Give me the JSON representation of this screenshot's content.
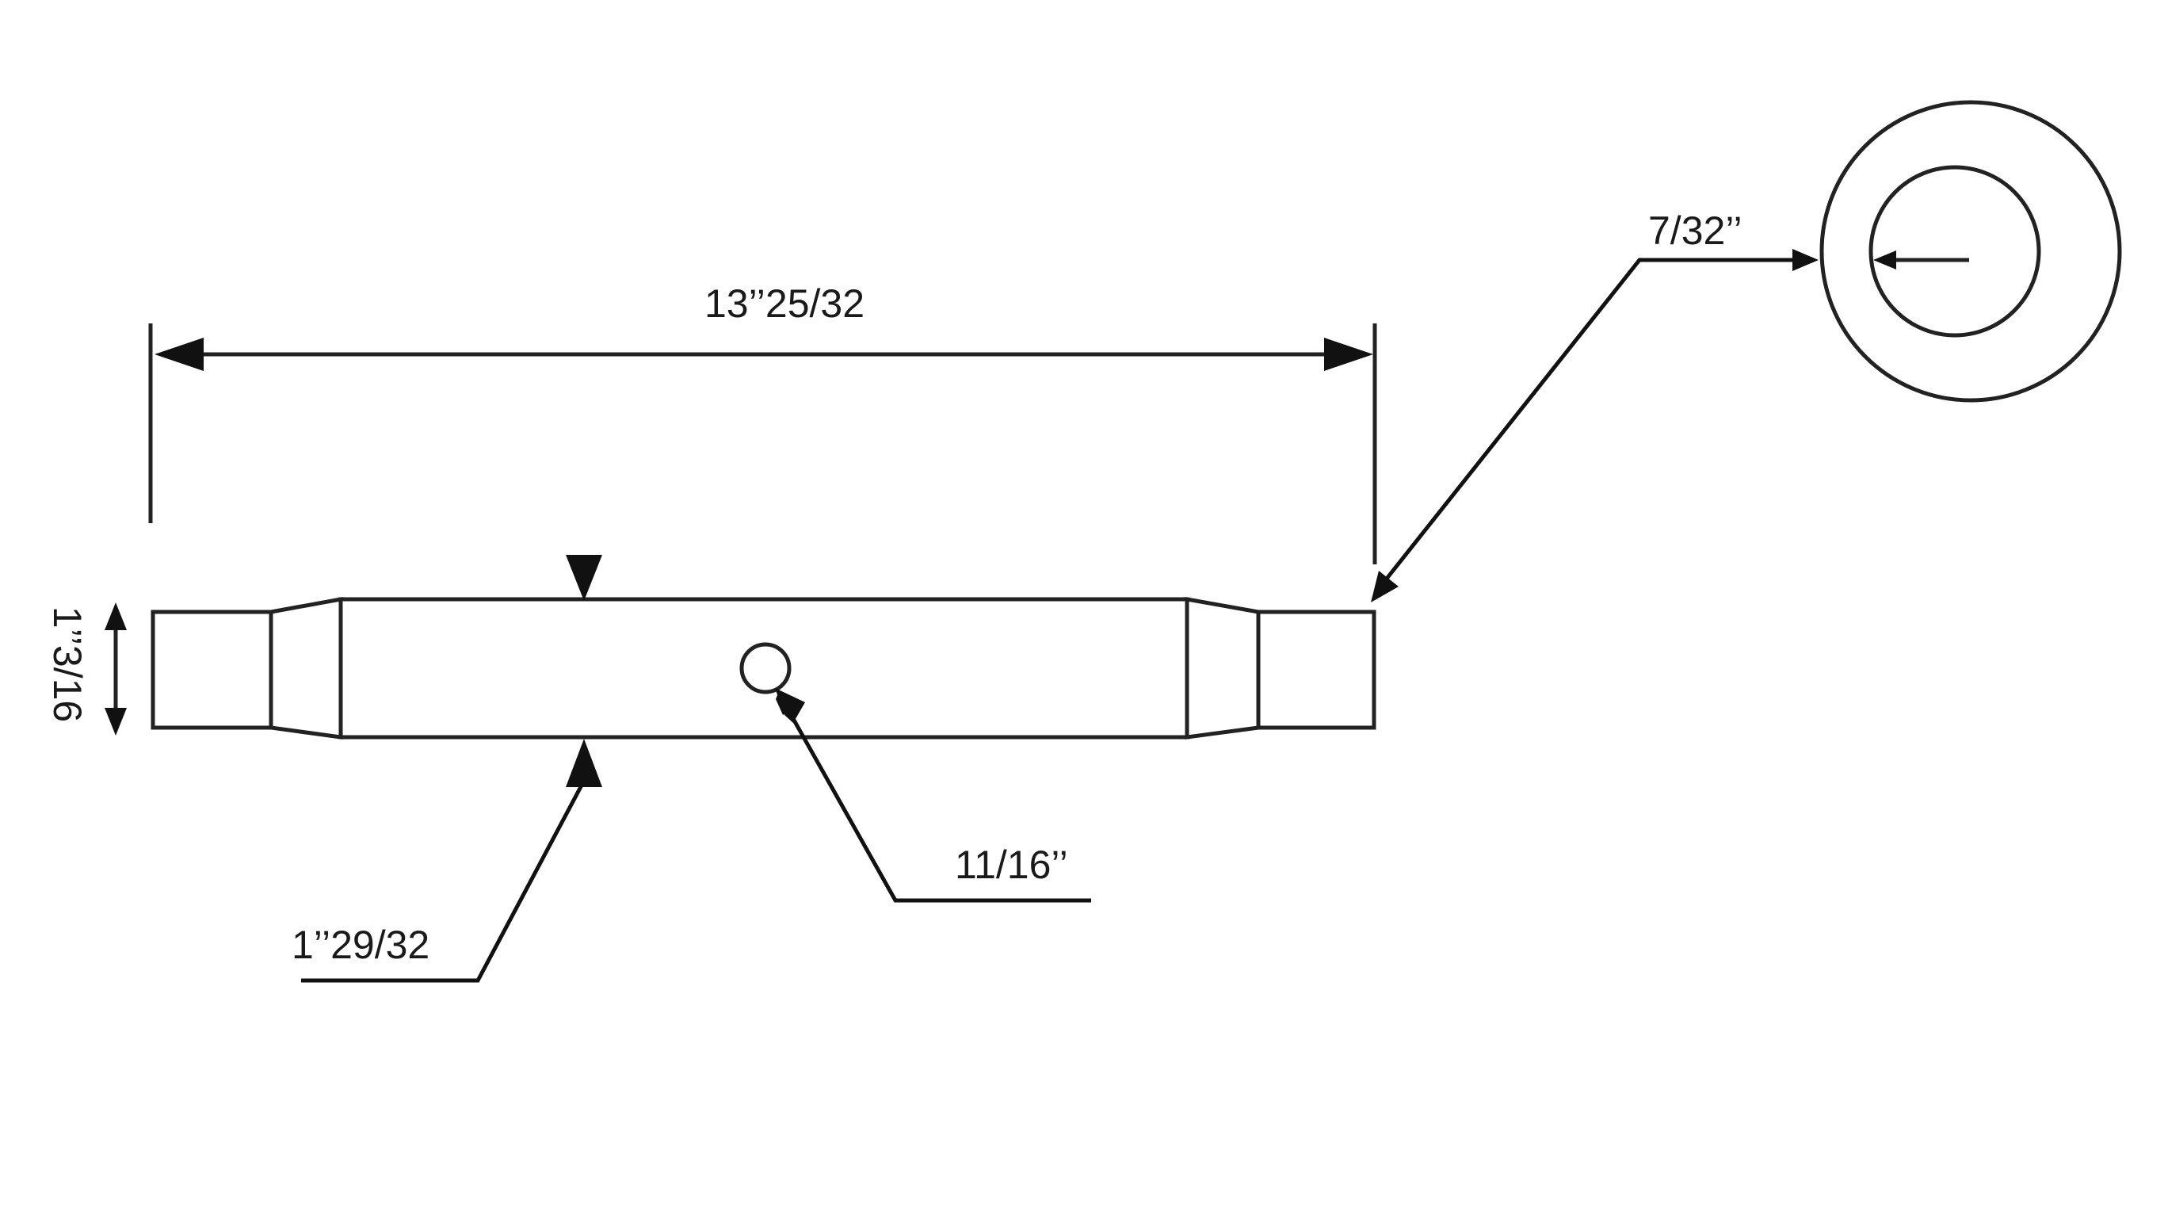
{
  "dimensions": {
    "overall_length": "13’’25/32",
    "end_height": "1’’3/16",
    "body_diameter": "1’’29/32",
    "hole_diameter": "11/16’’",
    "wall_thickness": "7/32’’"
  },
  "colors": {
    "line": "#222222",
    "background": "#ffffff"
  }
}
